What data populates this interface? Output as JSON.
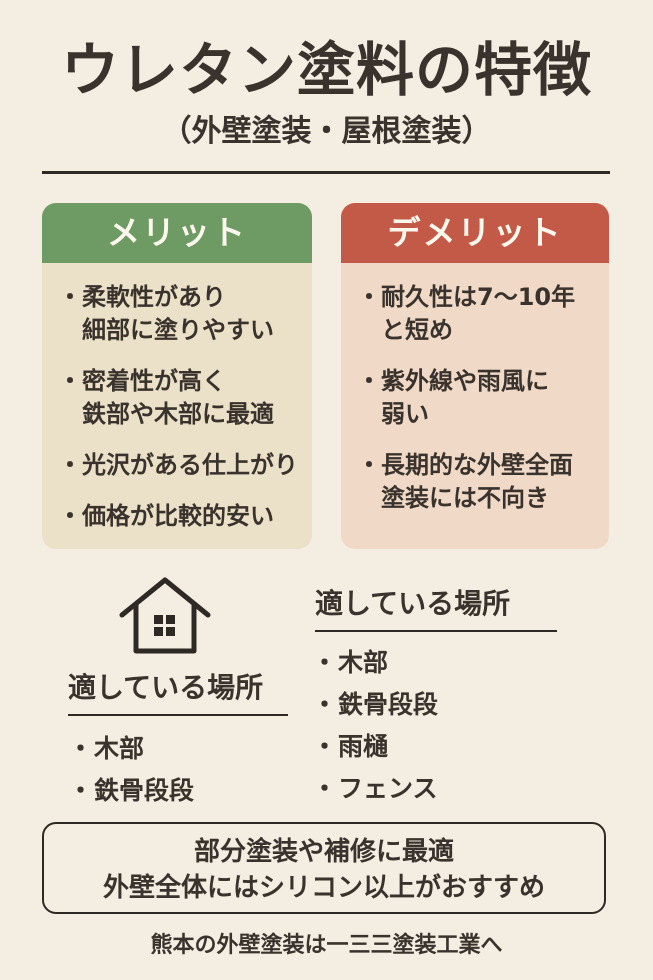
{
  "title": "ウレタン塗料の特徴",
  "subtitle": "（外壁塗装・屋根塗装）",
  "merit": {
    "heading": "メリット",
    "items": [
      [
        "柔軟性があり",
        "細部に塗りやすい"
      ],
      [
        "密着性が高く",
        "鉄部や木部に最適"
      ],
      [
        "光沢がある仕上がり"
      ],
      [
        "価格が比較的安い"
      ]
    ]
  },
  "demerit": {
    "heading": "デメリット",
    "items": [
      [
        "耐久性は7〜10年",
        "と短め"
      ],
      [
        "紫外線や雨風に",
        "弱い"
      ],
      [
        "長期的な外壁全面",
        "塗装には不向き"
      ]
    ]
  },
  "suitable_left": {
    "heading": "適している場所",
    "items": [
      "木部",
      "鉄骨段段"
    ]
  },
  "suitable_right": {
    "heading": "適している場所",
    "items": [
      "木部",
      "鉄骨段段",
      "雨樋",
      "フェンス"
    ]
  },
  "callout": {
    "line1": "部分塗装や補修に最適",
    "line2": "外壁全体にはシリコン以上がおすすめ"
  },
  "footer": "熊本の外壁塗装は一三三塗装工業へ",
  "colors": {
    "background": "#f4ede1",
    "merit_header": "#6e9a63",
    "merit_body": "#ebe1c9",
    "demerit_header": "#c35a47",
    "demerit_body": "#f0d9c6",
    "text": "#2f2925"
  }
}
